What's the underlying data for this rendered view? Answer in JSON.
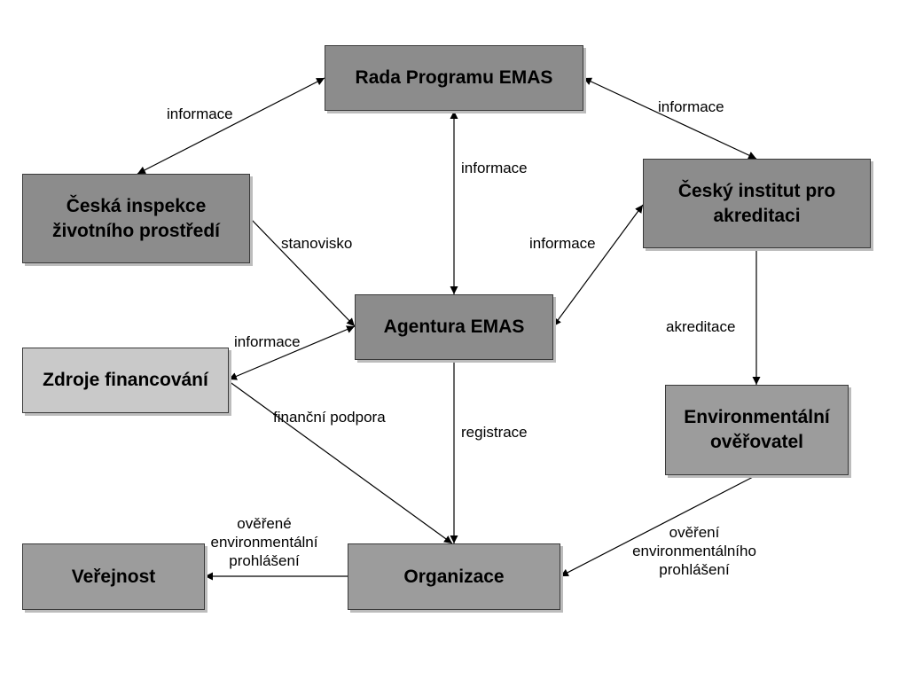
{
  "nodes": {
    "rada": "Rada Programu EMAS",
    "cizp": "Česká inspekce\nživotního prostředí",
    "cia": "Český institut pro\nakreditaci",
    "agentura": "Agentura EMAS",
    "zdroje": "Zdroje financování",
    "overovatel": "Environmentální\nověřovatel",
    "verejnost": "Veřejnost",
    "organizace": "Organizace"
  },
  "edges": {
    "rada_cizp": "informace",
    "rada_cia": "informace",
    "rada_agentura": "informace",
    "cia_agentura": "informace",
    "cizp_agentura": "stanovisko",
    "zdroje_agentura": "informace",
    "zdroje_organizace": "finanční podpora",
    "agentura_organizace": "registrace",
    "cia_overovatel": "akreditace",
    "overovatel_organizace": "ověření\nenvironmentálního\nprohlášení",
    "organizace_verejnost": "ověřené\nenvironmentální\nprohlášení"
  },
  "colors": {
    "dark_box": "#8c8c8c",
    "mid_box": "#9c9c9c",
    "light_box": "#c9c9c9",
    "line": "#000000"
  }
}
